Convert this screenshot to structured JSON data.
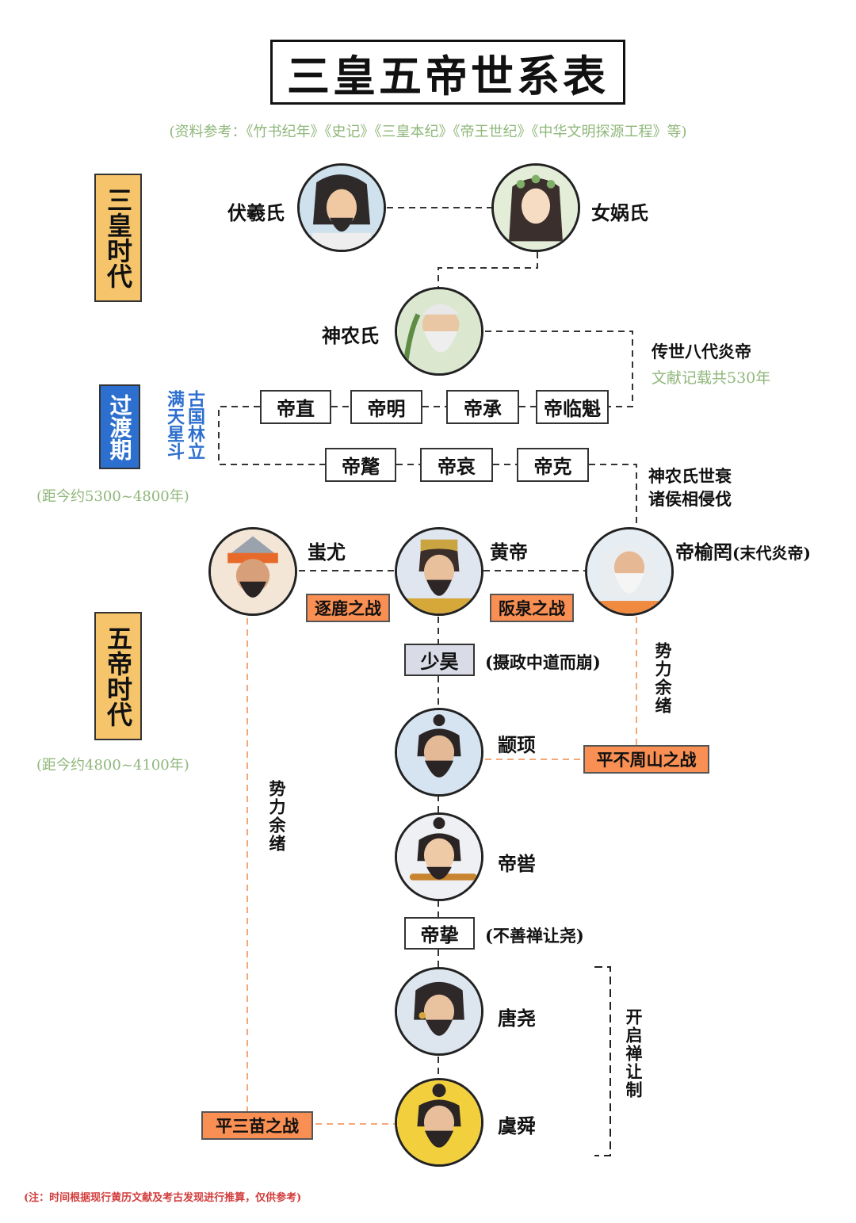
{
  "title": "三皇五帝世系表",
  "references": "(资料参考：《竹书纪年》《史记》《三皇本纪》《帝王世纪》《中华文明探源工程》等)",
  "eras": {
    "sanhuang": "三皇时代",
    "guodu": "过渡期",
    "wudi": "五帝时代",
    "guodu_date": "(距今约5300~4800年)",
    "wudi_date": "(距今约4800~4100年)"
  },
  "poem": "古国林立满天星斗",
  "figures": {
    "fuxi": "伏羲氏",
    "nvwa": "女娲氏",
    "shennong": "神农氏",
    "chiyou": "蚩尤",
    "huangdi": "黄帝",
    "yuwang": "帝榆罔",
    "yuwang_note": "(末代炎帝)",
    "zhuanxu": "颛顼",
    "diku": "帝喾",
    "tangyao": "唐尧",
    "yushun": "虞舜"
  },
  "rulers_row1": [
    "帝直",
    "帝明",
    "帝承",
    "帝临魁"
  ],
  "rulers_row2": [
    "帝氂",
    "帝哀",
    "帝克"
  ],
  "shaohao": {
    "name": "少昊",
    "note": "(摄政中道而崩)"
  },
  "dizhi": {
    "name": "帝挚",
    "note": "(不善禅让尧)"
  },
  "battles": {
    "zhuolu": "逐鹿之战",
    "banquan": "阪泉之战",
    "buzhou": "平不周山之战",
    "sanmiao": "平三苗之战"
  },
  "notes": {
    "yandi_line": "传世八代炎帝",
    "yandi_years": "文献记载共530年",
    "decline_1": "神农氏世衰",
    "decline_2": "诸侯相侵伐",
    "shili_right": "势力余绪",
    "shili_left": "势力余绪",
    "shanrang": "开启禅让制"
  },
  "footnote": "(注：时间根据现行黄历文献及考古发现进行推算，仅供参考)",
  "colors": {
    "era_orange": "#f6c46a",
    "era_blue": "#2d6fce",
    "battle_orange": "#f98f52",
    "reference_green": "#8fb77a",
    "footnote_red": "#d23c3c"
  }
}
